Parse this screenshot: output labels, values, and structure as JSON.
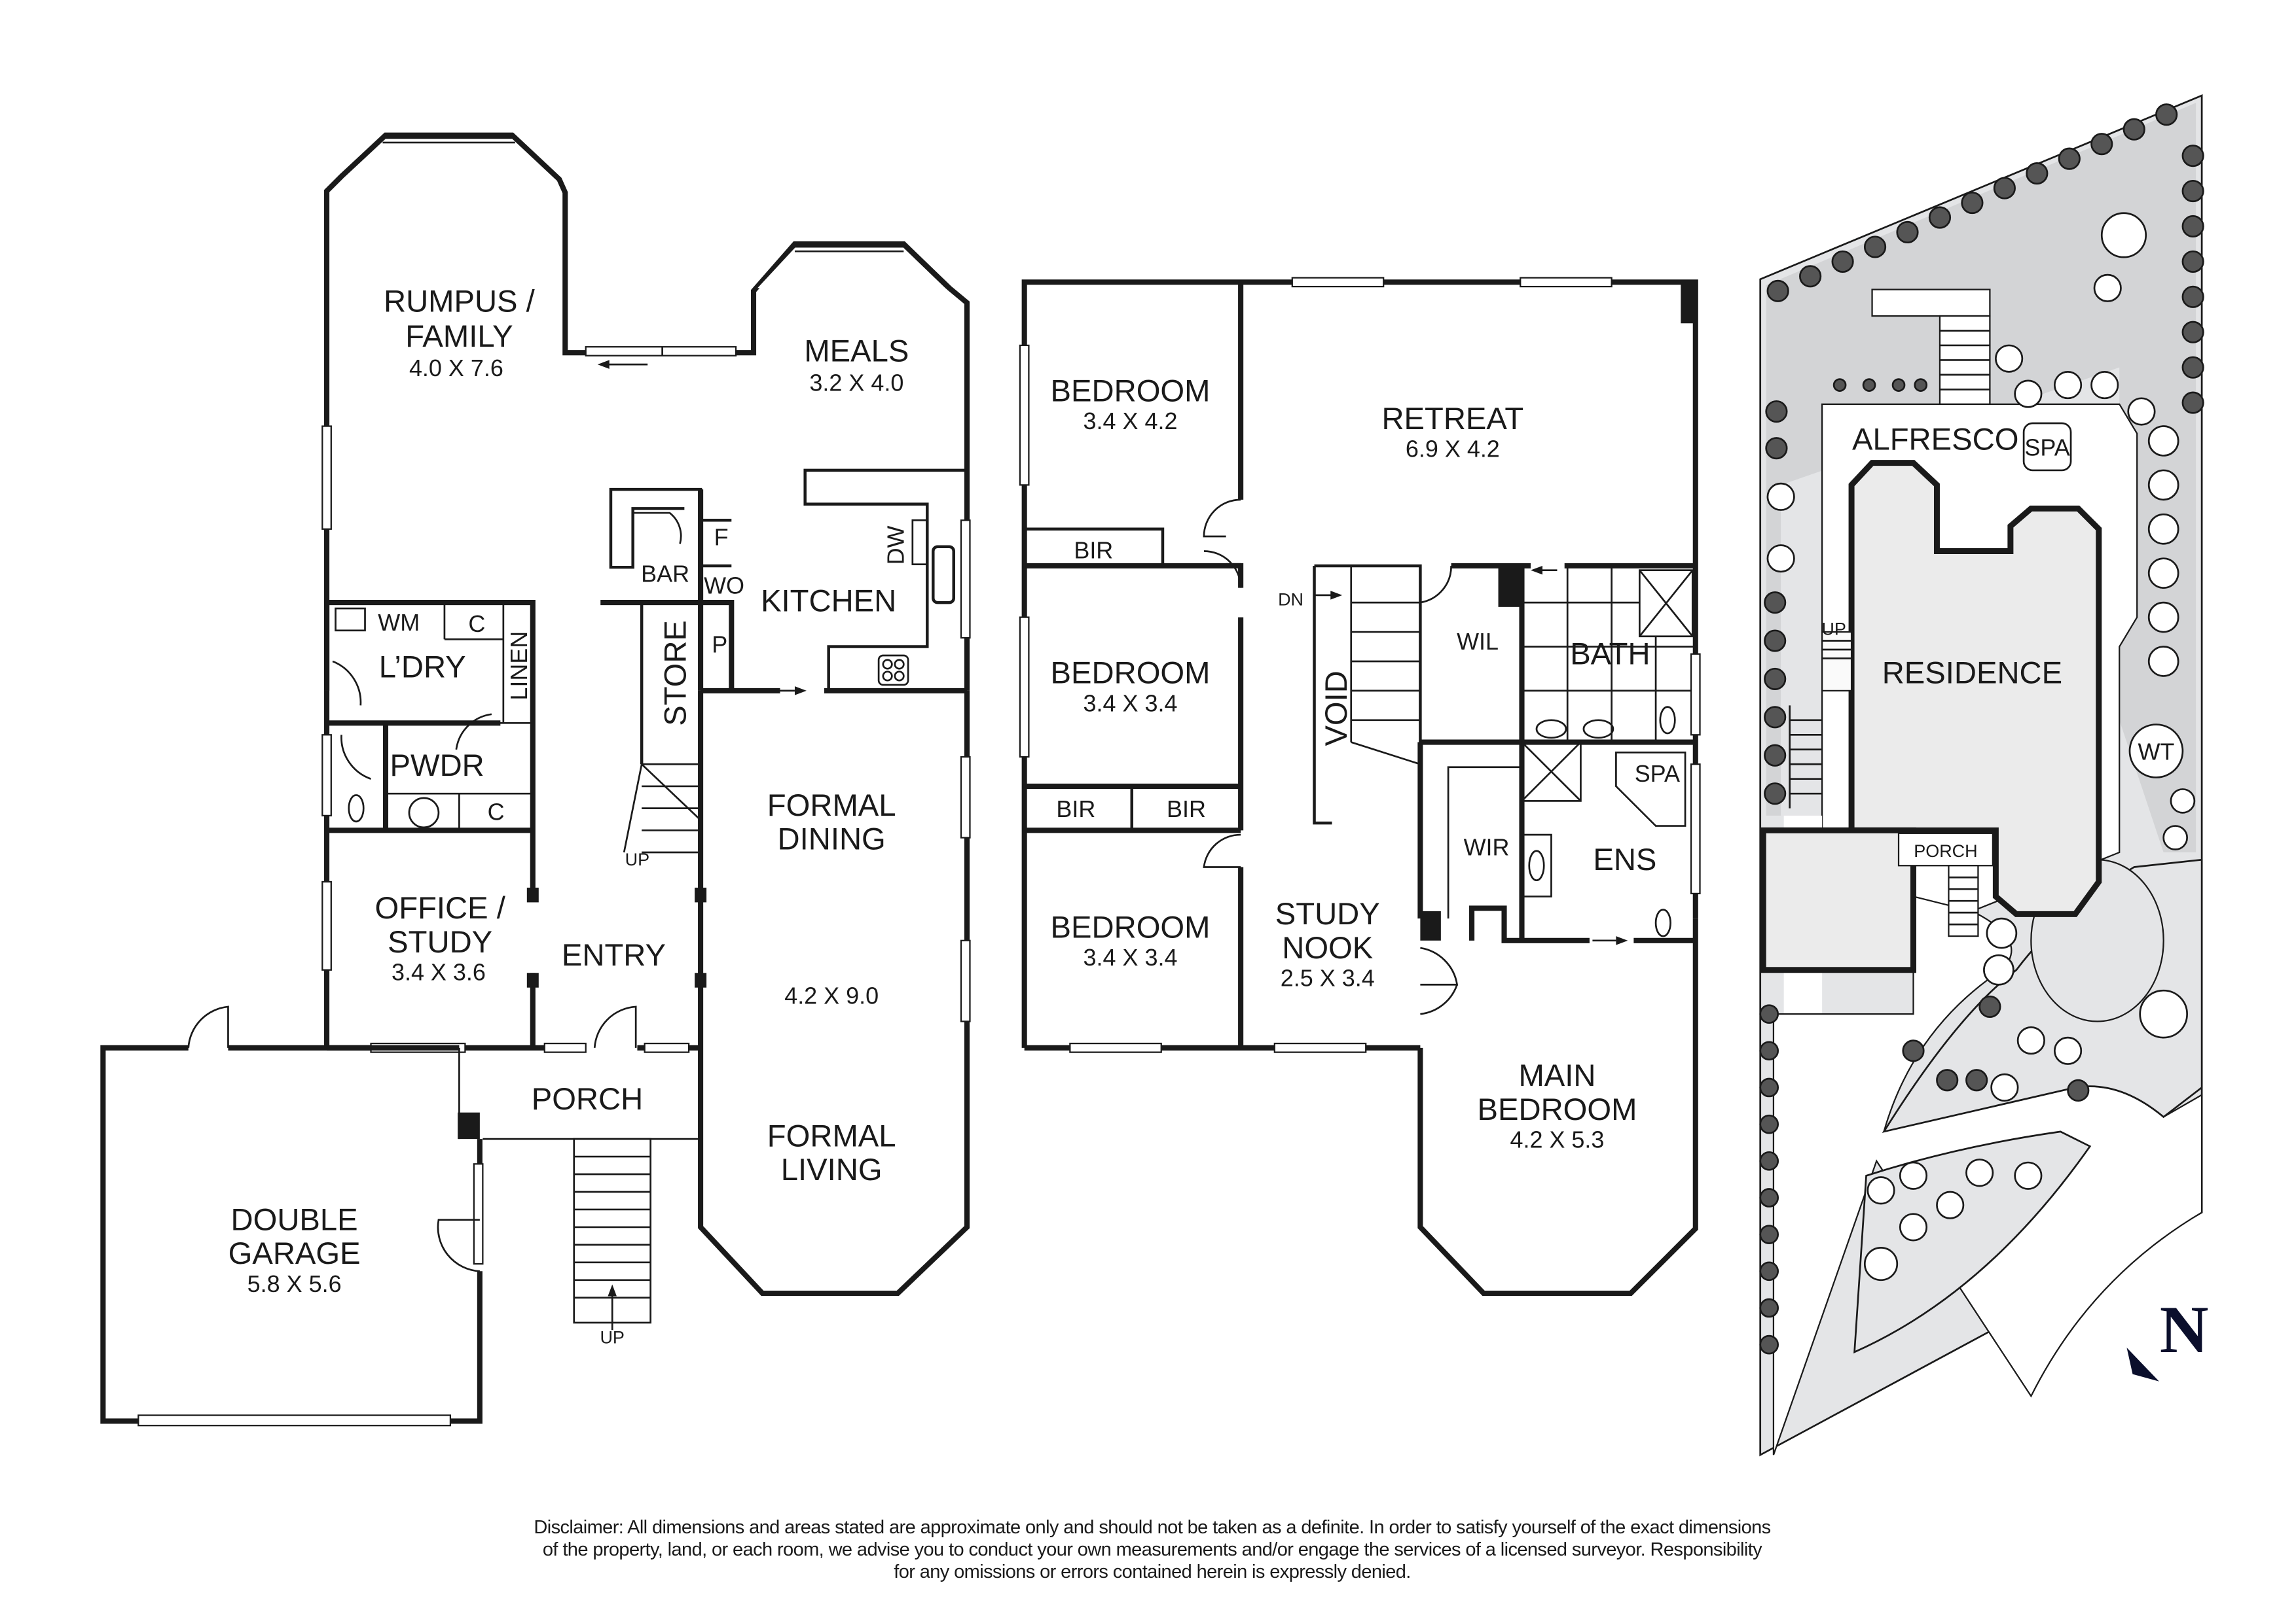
{
  "ground_floor": {
    "rooms": [
      {
        "id": "rumpus",
        "name_lines": [
          "RUMPUS /",
          "FAMILY"
        ],
        "dims": "4.0 X 7.6"
      },
      {
        "id": "meals",
        "name_lines": [
          "MEALS"
        ],
        "dims": "3.2 X 4.0"
      },
      {
        "id": "kitchen",
        "name_lines": [
          "KITCHEN"
        ],
        "dims": ""
      },
      {
        "id": "laundry",
        "name_lines": [
          "L’DRY"
        ],
        "dims": ""
      },
      {
        "id": "powder",
        "name_lines": [
          "PWDR"
        ],
        "dims": ""
      },
      {
        "id": "office",
        "name_lines": [
          "OFFICE /",
          "STUDY"
        ],
        "dims": "3.4 X 3.6"
      },
      {
        "id": "entry",
        "name_lines": [
          "ENTRY"
        ],
        "dims": ""
      },
      {
        "id": "formal_dining",
        "name_lines": [
          "FORMAL",
          "DINING"
        ],
        "dims": "4.2 X 9.0"
      },
      {
        "id": "formal_living",
        "name_lines": [
          "FORMAL",
          "LIVING"
        ],
        "dims": ""
      },
      {
        "id": "porch",
        "name_lines": [
          "PORCH"
        ],
        "dims": ""
      },
      {
        "id": "garage",
        "name_lines": [
          "DOUBLE",
          "GARAGE"
        ],
        "dims": "5.8 X 5.6"
      }
    ],
    "fixtures": {
      "bar": "BAR",
      "fridge": "F",
      "wo": "WO",
      "pantry": "P",
      "dishwasher": "DW",
      "store": "STORE",
      "wm": "WM",
      "cupboard1": "C",
      "cupboard2": "C",
      "linen": "LINEN",
      "stair_up": "UP",
      "porch_stair_up": "UP"
    }
  },
  "upper_floor": {
    "rooms": [
      {
        "id": "bed2",
        "name_lines": [
          "BEDROOM"
        ],
        "dims": "3.4 X 4.2"
      },
      {
        "id": "bed3",
        "name_lines": [
          "BEDROOM"
        ],
        "dims": "3.4 X 3.4"
      },
      {
        "id": "bed4",
        "name_lines": [
          "BEDROOM"
        ],
        "dims": "3.4 X 3.4"
      },
      {
        "id": "retreat",
        "name_lines": [
          "RETREAT"
        ],
        "dims": "6.9 X 4.2"
      },
      {
        "id": "study_nook",
        "name_lines": [
          "STUDY",
          "NOOK"
        ],
        "dims": "2.5 X 3.4"
      },
      {
        "id": "main_bed",
        "name_lines": [
          "MAIN",
          "BEDROOM"
        ],
        "dims": "4.2 X 5.3"
      },
      {
        "id": "bath",
        "name_lines": [
          "BATH"
        ],
        "dims": ""
      },
      {
        "id": "ens",
        "name_lines": [
          "ENS"
        ],
        "dims": ""
      },
      {
        "id": "wil",
        "name_lines": [
          "WIL"
        ],
        "dims": ""
      },
      {
        "id": "wir",
        "name_lines": [
          "WIR"
        ],
        "dims": ""
      },
      {
        "id": "void",
        "name_lines": [
          "VOID"
        ],
        "dims": ""
      }
    ],
    "fixtures": {
      "bir1": "BIR",
      "bir2": "BIR",
      "bir3": "BIR",
      "spa": "SPA",
      "stair_dn": "DN"
    }
  },
  "site_plan": {
    "labels": {
      "alfresco": "ALFRESCO",
      "spa": "SPA",
      "residence": "RESIDENCE",
      "water_tank": "WT",
      "porch": "PORCH",
      "up": "UP"
    },
    "colors": {
      "land": "#e4e5e7",
      "border_garden": "#d3d4d6",
      "residence": "#ebebeb"
    }
  },
  "compass": {
    "label": "N",
    "color": "#0b0f2c"
  },
  "disclaimer": {
    "line1": "Disclaimer: All dimensions and areas stated are approximate only and should not be taken as a definite. In order to satisfy yourself of the exact dimensions",
    "line2": "of the property, land, or each room, we advise you to conduct your own measurements and/or engage the services of a licensed surveyor. Responsibility",
    "line3": "for any omissions or errors contained herein is expressly denied."
  }
}
